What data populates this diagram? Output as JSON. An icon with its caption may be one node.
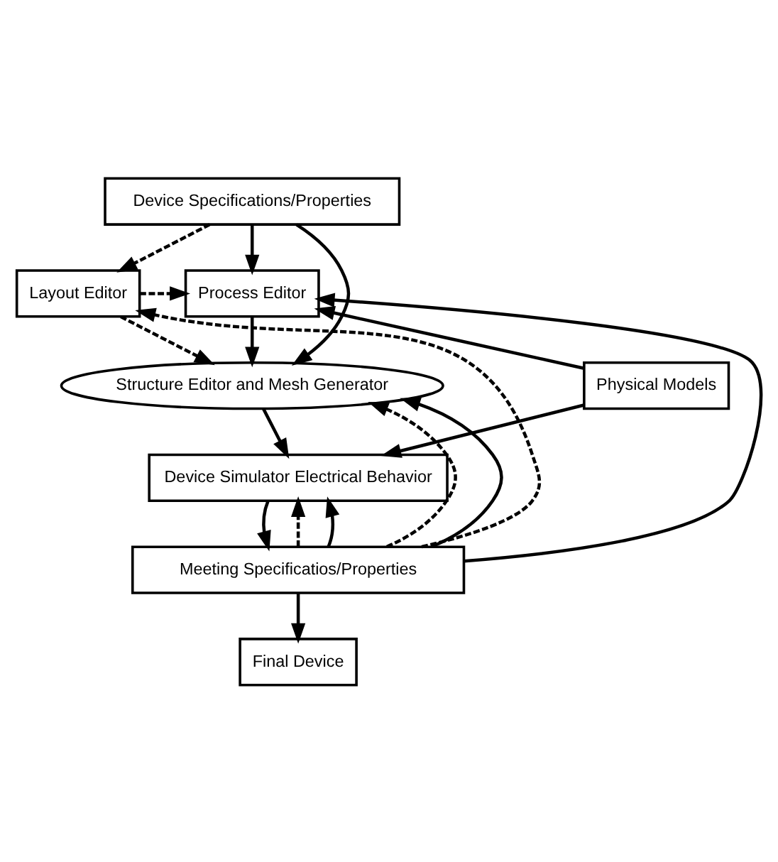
{
  "diagram": {
    "nodes": [
      {
        "text": [
          "Device Specifications/Properties"
        ]
      },
      {
        "text": [
          "Layout Editor"
        ]
      },
      {
        "text": [
          "Process Editor"
        ]
      },
      {
        "text": [
          "Structure Editor and Mesh Generator"
        ]
      },
      {
        "text": [
          "Physical Models"
        ]
      },
      {
        "text": [
          "Device Simulator Electrical Behavior"
        ]
      },
      {
        "text": [
          "Meeting Specificatios/Properties"
        ]
      },
      {
        "text": [
          "Final Device"
        ]
      }
    ],
    "edges": [
      {
        "from": 0,
        "to": 1,
        "arrow": "to",
        "style": "dashed"
      },
      {
        "from": 0,
        "to": 3,
        "arrow": "to"
      },
      {
        "from": 0,
        "to": 2,
        "arrow": "to"
      },
      {
        "from": 1,
        "to": 2,
        "arrow": "to",
        "style": "dashed"
      },
      {
        "from": 1,
        "to": 3,
        "arrow": "to",
        "style": "dashed"
      },
      {
        "from": 2,
        "to": 3,
        "arrow": "to"
      },
      {
        "from": 4,
        "to": 2,
        "arrow": "to"
      },
      {
        "from": 4,
        "to": 5,
        "arrow": "to"
      },
      {
        "from": 3,
        "to": 5,
        "arrow": "to"
      },
      {
        "from": 5,
        "to": 6,
        "arrow": "to"
      },
      {
        "from": 6,
        "to": 7,
        "arrow": "to"
      },
      {
        "from": 6,
        "to": 1,
        "arrow": "to",
        "style": "dashed"
      },
      {
        "from": 6,
        "to": 3,
        "arrow": "to",
        "style": "dashed"
      },
      {
        "from": 6,
        "to": 5,
        "arrow": "to",
        "style": "dashed"
      },
      {
        "from": 6,
        "to": 2,
        "arrow": "to"
      },
      {
        "from": 6,
        "to": 3,
        "arrow": "to"
      },
      {
        "from": 6,
        "to": 5,
        "arrow": "to"
      }
    ]
  }
}
